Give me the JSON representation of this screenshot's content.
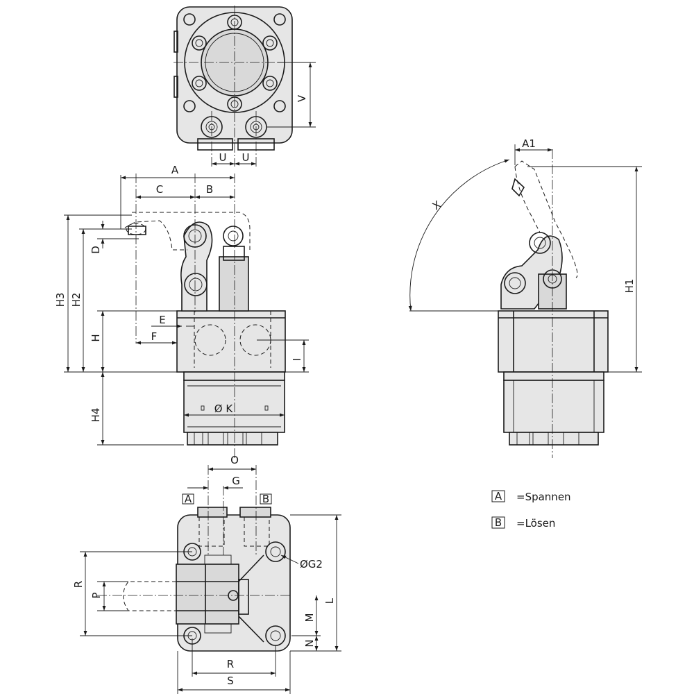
{
  "dimensions": {
    "U1": "U",
    "U2": "U",
    "V": "V",
    "A": "A",
    "B": "B",
    "C": "C",
    "D": "D",
    "H3": "H3",
    "H2": "H2",
    "H": "H",
    "E": "E",
    "F": "F",
    "I": "I",
    "H4": "H4",
    "K": "Ø K",
    "A1": "A1",
    "X": "X",
    "H1": "H1",
    "O": "O",
    "G": "G",
    "G2": "ØG2",
    "R_vert": "R",
    "P": "P",
    "M": "M",
    "L": "L",
    "N": "N",
    "R_horiz": "R",
    "S": "S"
  },
  "ports": {
    "a": "A",
    "b": "B"
  },
  "legend": [
    {
      "key": "A",
      "text": "=Spannen"
    },
    {
      "key": "B",
      "text": "=Lösen"
    }
  ]
}
